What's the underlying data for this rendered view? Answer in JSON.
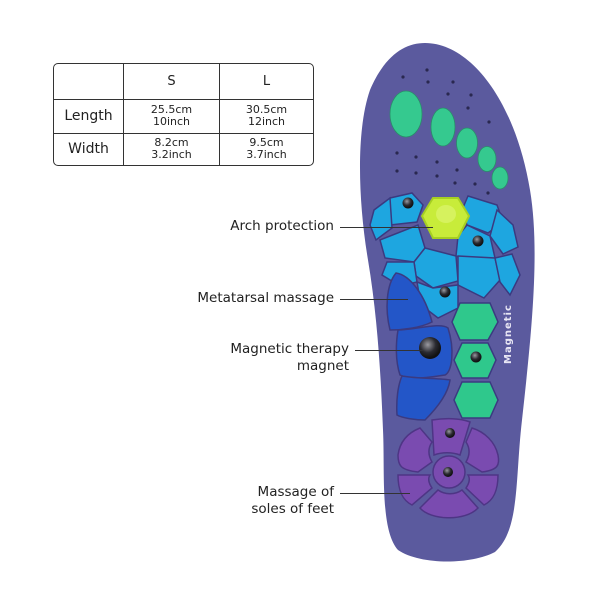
{
  "size_table": {
    "headers": [
      "",
      "S",
      "L"
    ],
    "rows": [
      {
        "label": "Length",
        "s": {
          "cm": "25.5cm",
          "inch": "10inch"
        },
        "l": {
          "cm": "30.5cm",
          "inch": "12inch"
        }
      },
      {
        "label": "Width",
        "s": {
          "cm": "8.2cm",
          "inch": "3.2inch"
        },
        "l": {
          "cm": "9.5cm",
          "inch": "3.7inch"
        }
      }
    ]
  },
  "callouts": {
    "arch": "Arch protection",
    "metatarsal": "Metatarsal massage",
    "magnet_line1": "Magnetic therapy",
    "magnet_line2": "magnet",
    "soles_line1": "Massage of",
    "soles_line2": "soles of feet"
  },
  "insole": {
    "imprint_text": "Magnetic",
    "colors": {
      "base": "#5b5a9e",
      "toe_pads": "#35c98f",
      "hex_cyan": "#1ea6e0",
      "hex_highlight": "#c8ec3a",
      "metatarsal_blue": "#2356c8",
      "hex_green": "#2fc88c",
      "heel_purple": "#7a4bb0"
    }
  }
}
